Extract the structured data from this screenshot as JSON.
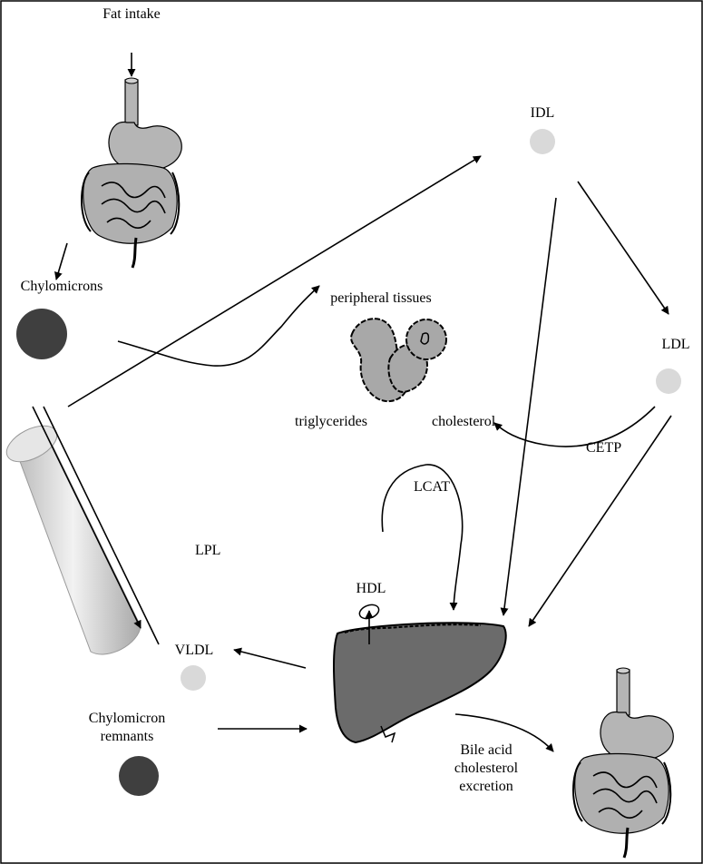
{
  "labels": {
    "fat_intake": "Fat intake",
    "chylomicrons": "Chylomicrons",
    "idl": "IDL",
    "ldl": "LDL",
    "peripheral_tissues": "peripheral tissues",
    "triglycerides": "triglycerides",
    "cholesterol": "cholesterol",
    "cetp": "CETP",
    "lcat": "LCAT",
    "lpl": "LPL",
    "hdl": "HDL",
    "vldl": "VLDL",
    "chylomicron_remnants": [
      "Chylomicron",
      "remnants"
    ],
    "bile_excretion": [
      "Bile acid",
      "cholesterol",
      "excretion"
    ]
  },
  "colors": {
    "dark_particle": "#3f3f3f",
    "light_particle": "#d9d9d9",
    "liver": "#6b6b6b",
    "organ_gray": "#b5b5b5",
    "stroke": "#000000"
  }
}
